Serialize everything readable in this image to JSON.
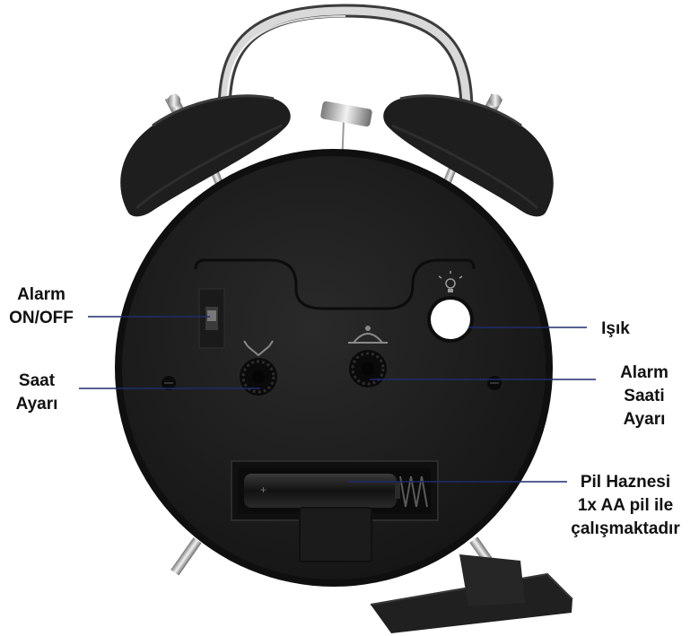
{
  "labels": {
    "alarm_switch": {
      "line1": "Alarm",
      "line2": "ON/OFF"
    },
    "time_set": {
      "line1": "Saat",
      "line2": "Ayarı"
    },
    "light": {
      "line1": "Işık"
    },
    "alarm_time": {
      "line1": "Alarm",
      "line2": "Saati",
      "line3": "Ayarı"
    },
    "battery": {
      "line1": "Pil Haznesi",
      "line2": "1x AA pil ile",
      "line3": "çalışmaktadır"
    }
  },
  "colors": {
    "body": "#1c1c1c",
    "leader_line": "#1f2b6e",
    "chrome": "#c8c8c8"
  }
}
